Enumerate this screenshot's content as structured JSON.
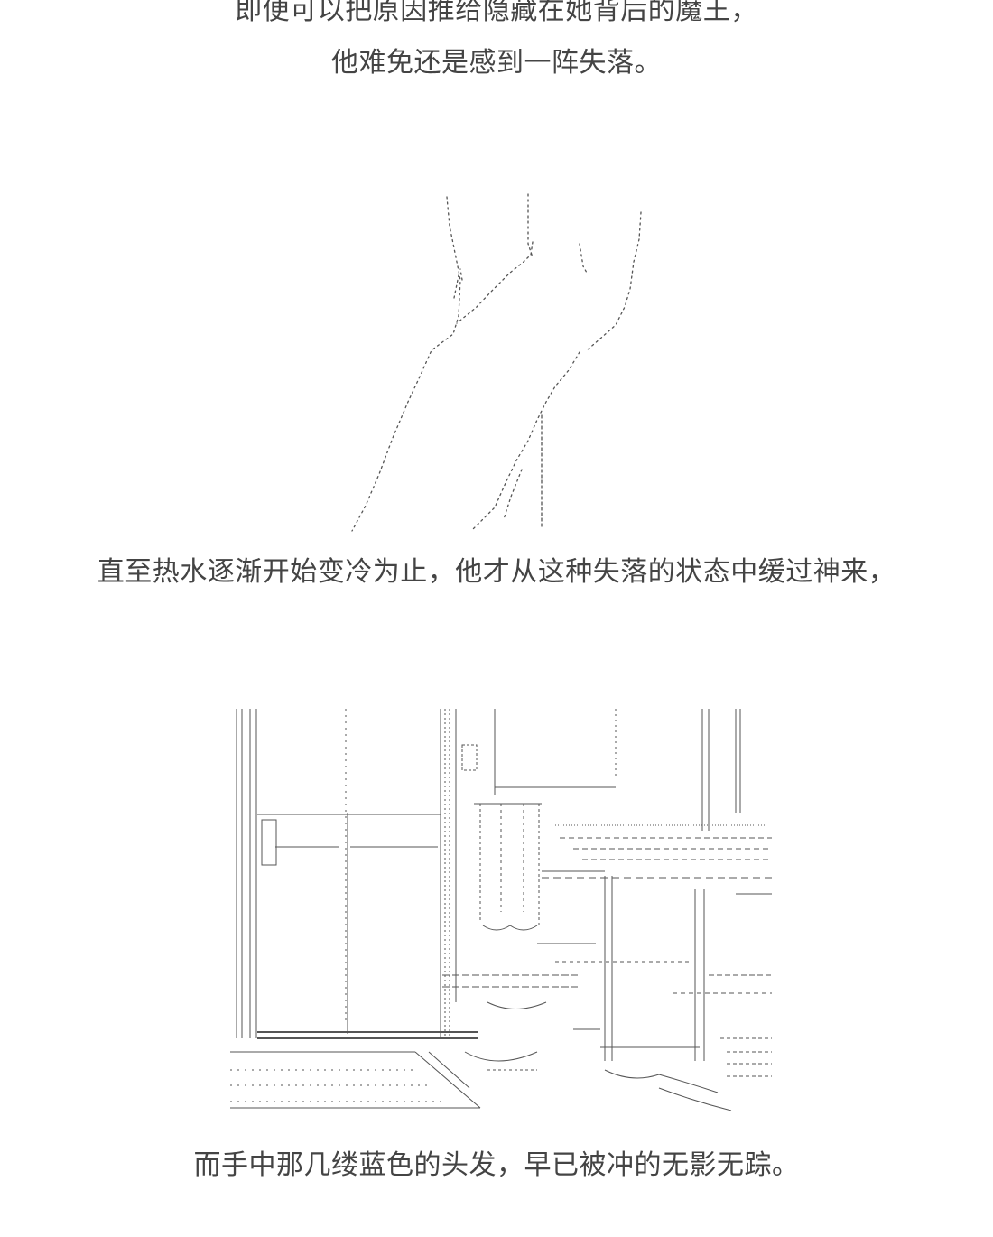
{
  "text": {
    "line_1": "即便可以把原因推给隐藏在她背后的魔王，",
    "line_2": "他难免还是感到一阵失落。",
    "line_3": "直至热水逐渐开始变冷为止，他才从这种失落的状态中缓过神来，",
    "line_4": "而手中那几缕蓝色的头发，早已被冲的无影无踪。"
  },
  "colors": {
    "text": "#444444",
    "art": "#555555",
    "background": "#ffffff"
  }
}
